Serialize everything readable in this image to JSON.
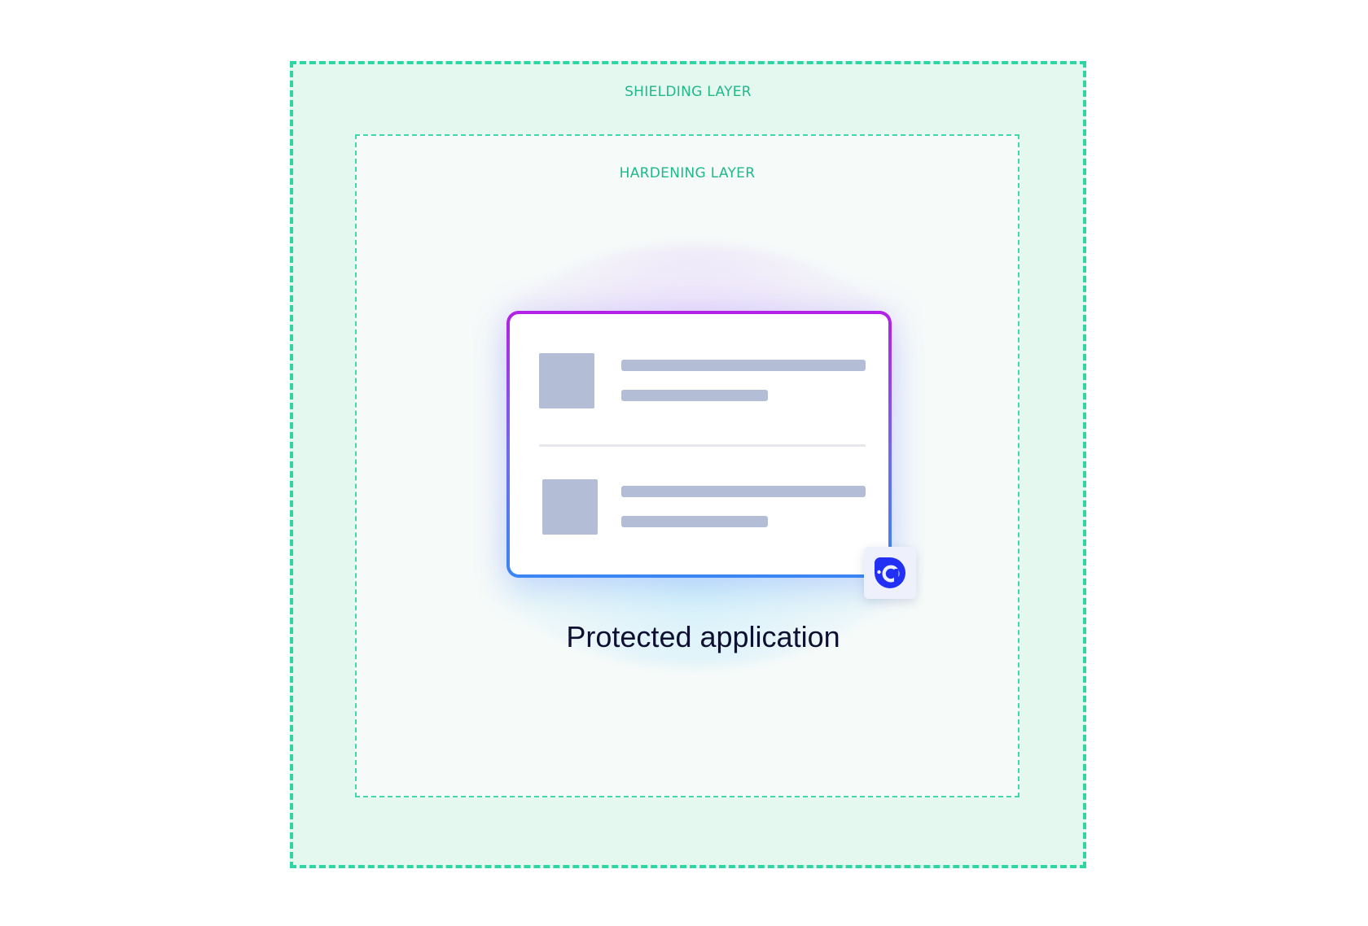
{
  "layers": {
    "shielding_label": "SHIELDING LAYER",
    "hardening_label": "HARDENING LAYER"
  },
  "application": {
    "caption": "Protected application",
    "badge_icon": "appdome-logo-icon"
  },
  "colors": {
    "layer_accent": "#2dd6a3",
    "label_text": "#1fb98a",
    "card_border_top": "#b320e6",
    "card_border_bottom": "#3a86f4",
    "placeholder": "#b3bdd6",
    "logo_blue": "#2230f5"
  }
}
